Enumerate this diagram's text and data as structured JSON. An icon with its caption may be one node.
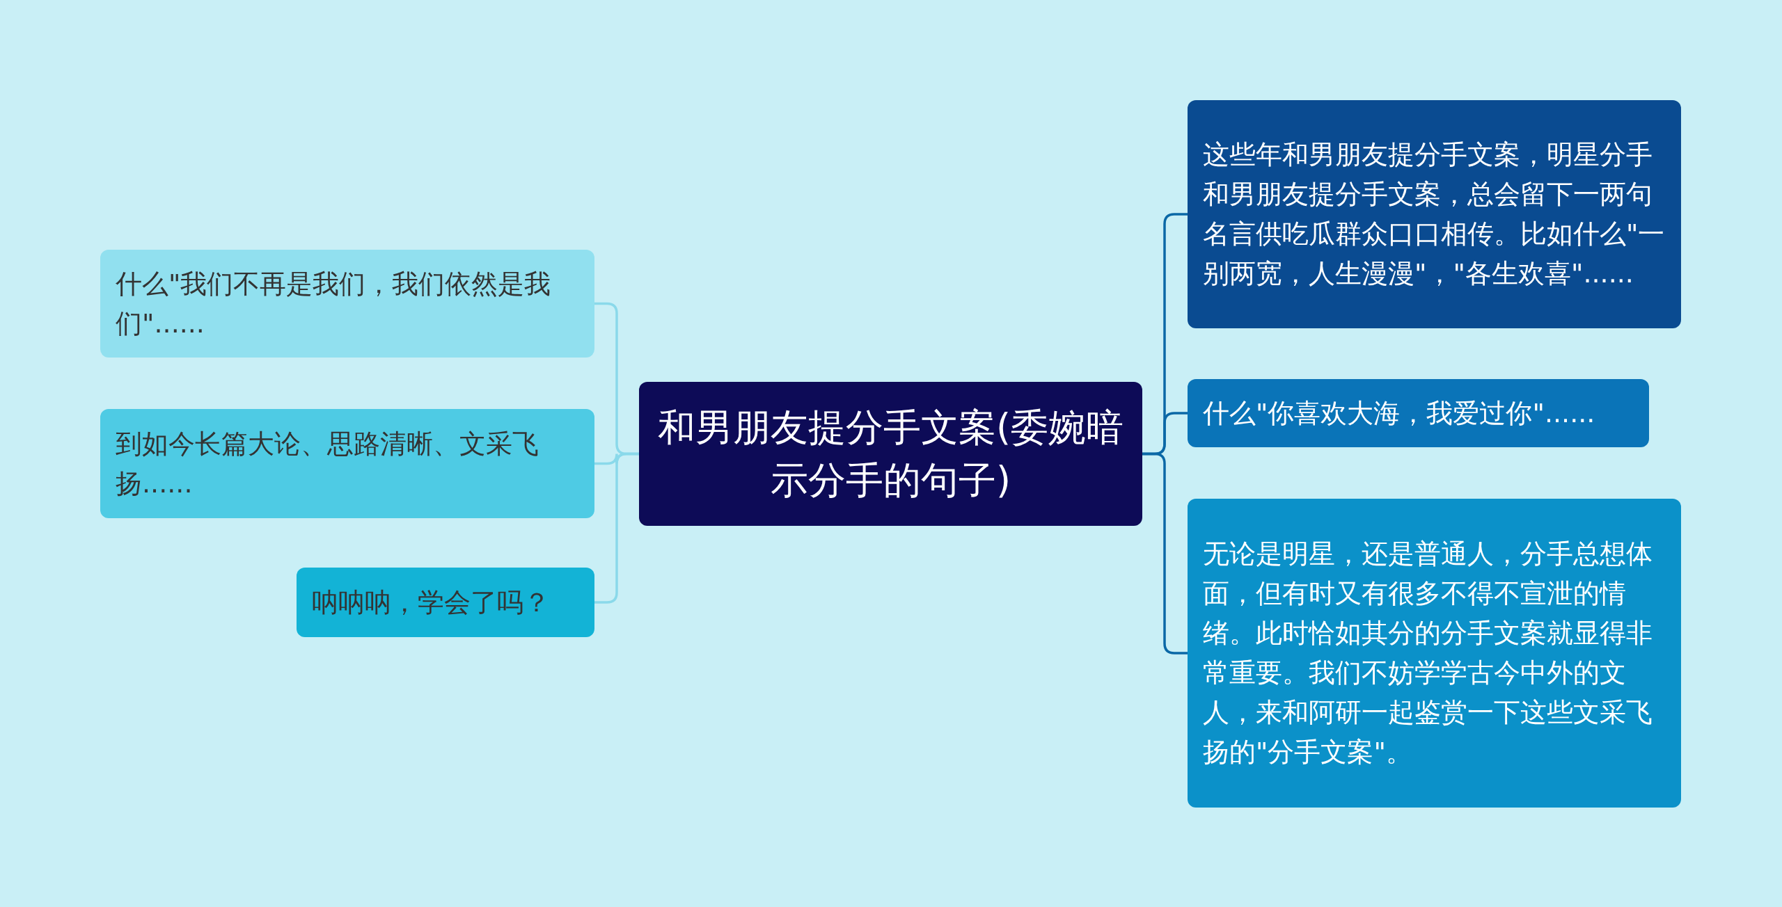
{
  "diagram": {
    "nodes": [
      {
        "text": [
          "和男朋友提分手文案(委婉暗示分手的句子)"
        ]
      },
      {
        "text": [
          "什么\"我们不再是我们，我们依然是我们\"......"
        ]
      },
      {
        "text": [
          "到如今长篇大论、思路清晰、文采飞扬......"
        ]
      },
      {
        "text": [
          "呐呐呐，学会了吗？"
        ]
      },
      {
        "text": [
          "这些年和男朋友提分手文案，明星分手和男朋友提分手文案，总会留下一两句名言供吃瓜群众口口相传。比如什么\"一别两宽，人生漫漫\"，\"各生欢喜\"......"
        ]
      },
      {
        "text": [
          "什么\"你喜欢大海，我爱过你\"......"
        ]
      },
      {
        "text": [
          "无论是明星，还是普通人，分手总想体面，但有时又有很多不得不宣泄的情绪。此时恰如其分的分手文案就显得非常重要。我们不妨学学古今中外的文人，来和阿研一起鉴赏一下这些文采飞扬的\"分手文案\"。"
        ]
      }
    ],
    "edges": [
      {
        "from": 0,
        "to": 1,
        "arrow": "none",
        "color": "#8ad9ea"
      },
      {
        "from": 0,
        "to": 2,
        "arrow": "none",
        "color": "#8ad9ea"
      },
      {
        "from": 0,
        "to": 3,
        "arrow": "none",
        "color": "#8ad9ea"
      },
      {
        "from": 0,
        "to": 4,
        "arrow": "none",
        "color": "#0b68a6"
      },
      {
        "from": 0,
        "to": 5,
        "arrow": "none",
        "color": "#0b68a6"
      },
      {
        "from": 0,
        "to": 6,
        "arrow": "none",
        "color": "#0b68a6"
      }
    ]
  }
}
